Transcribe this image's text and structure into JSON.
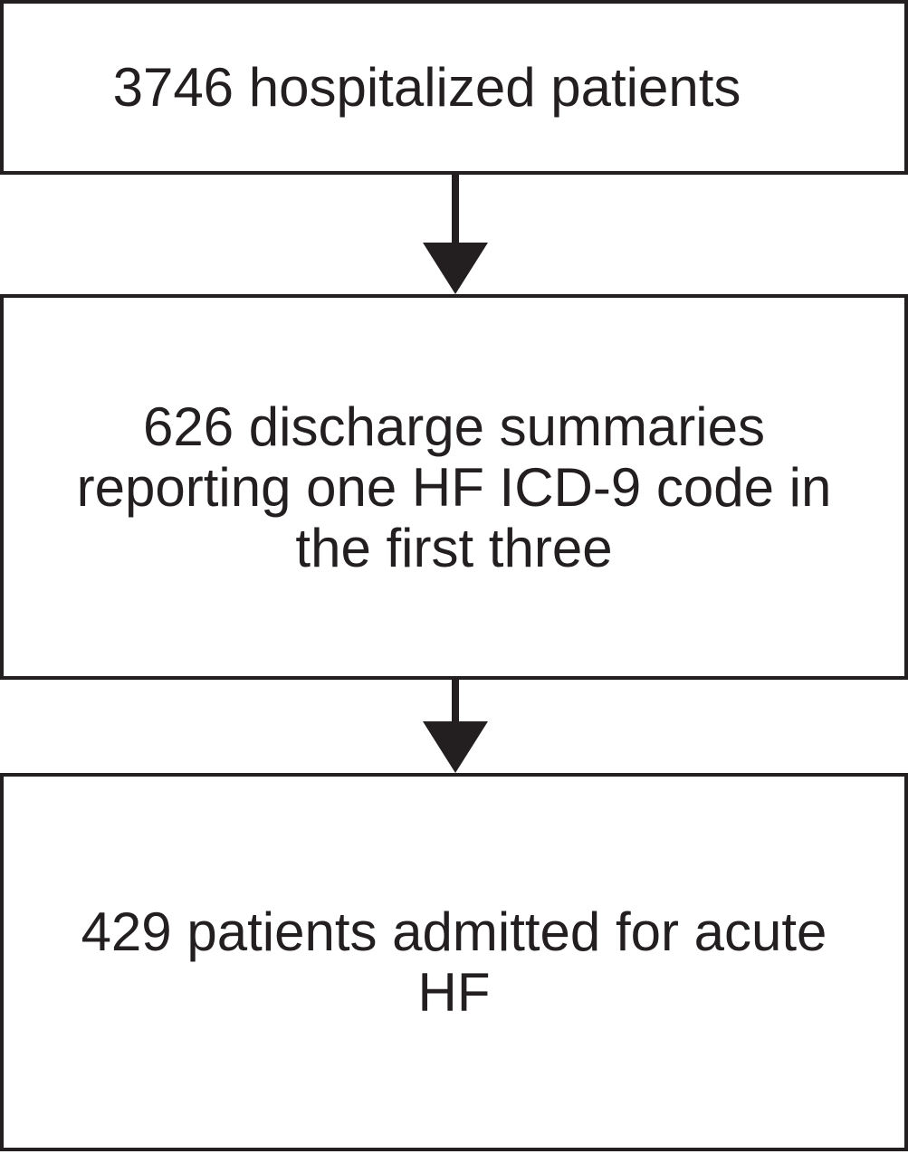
{
  "colors": {
    "ink": "#231f20",
    "background": "#ffffff"
  },
  "flowchart": {
    "boxes": [
      {
        "name": "hospitalized-patients",
        "text": "3746 hospitalized patients",
        "lines": [
          "3746 hospitalized patients"
        ]
      },
      {
        "name": "discharge-summaries",
        "text": "626 discharge summaries reporting one HF ICD-9 code in the first three",
        "lines": [
          "626 discharge summaries",
          "reporting one HF ICD-9 code in",
          "the first three"
        ]
      },
      {
        "name": "acute-hf-admissions",
        "text": "429 patients admitted for acute HF",
        "lines": [
          "429 patients admitted for acute",
          "HF"
        ]
      }
    ],
    "arrows": [
      {
        "name": "arrow-1",
        "direction": "down"
      },
      {
        "name": "arrow-2",
        "direction": "down"
      }
    ]
  }
}
